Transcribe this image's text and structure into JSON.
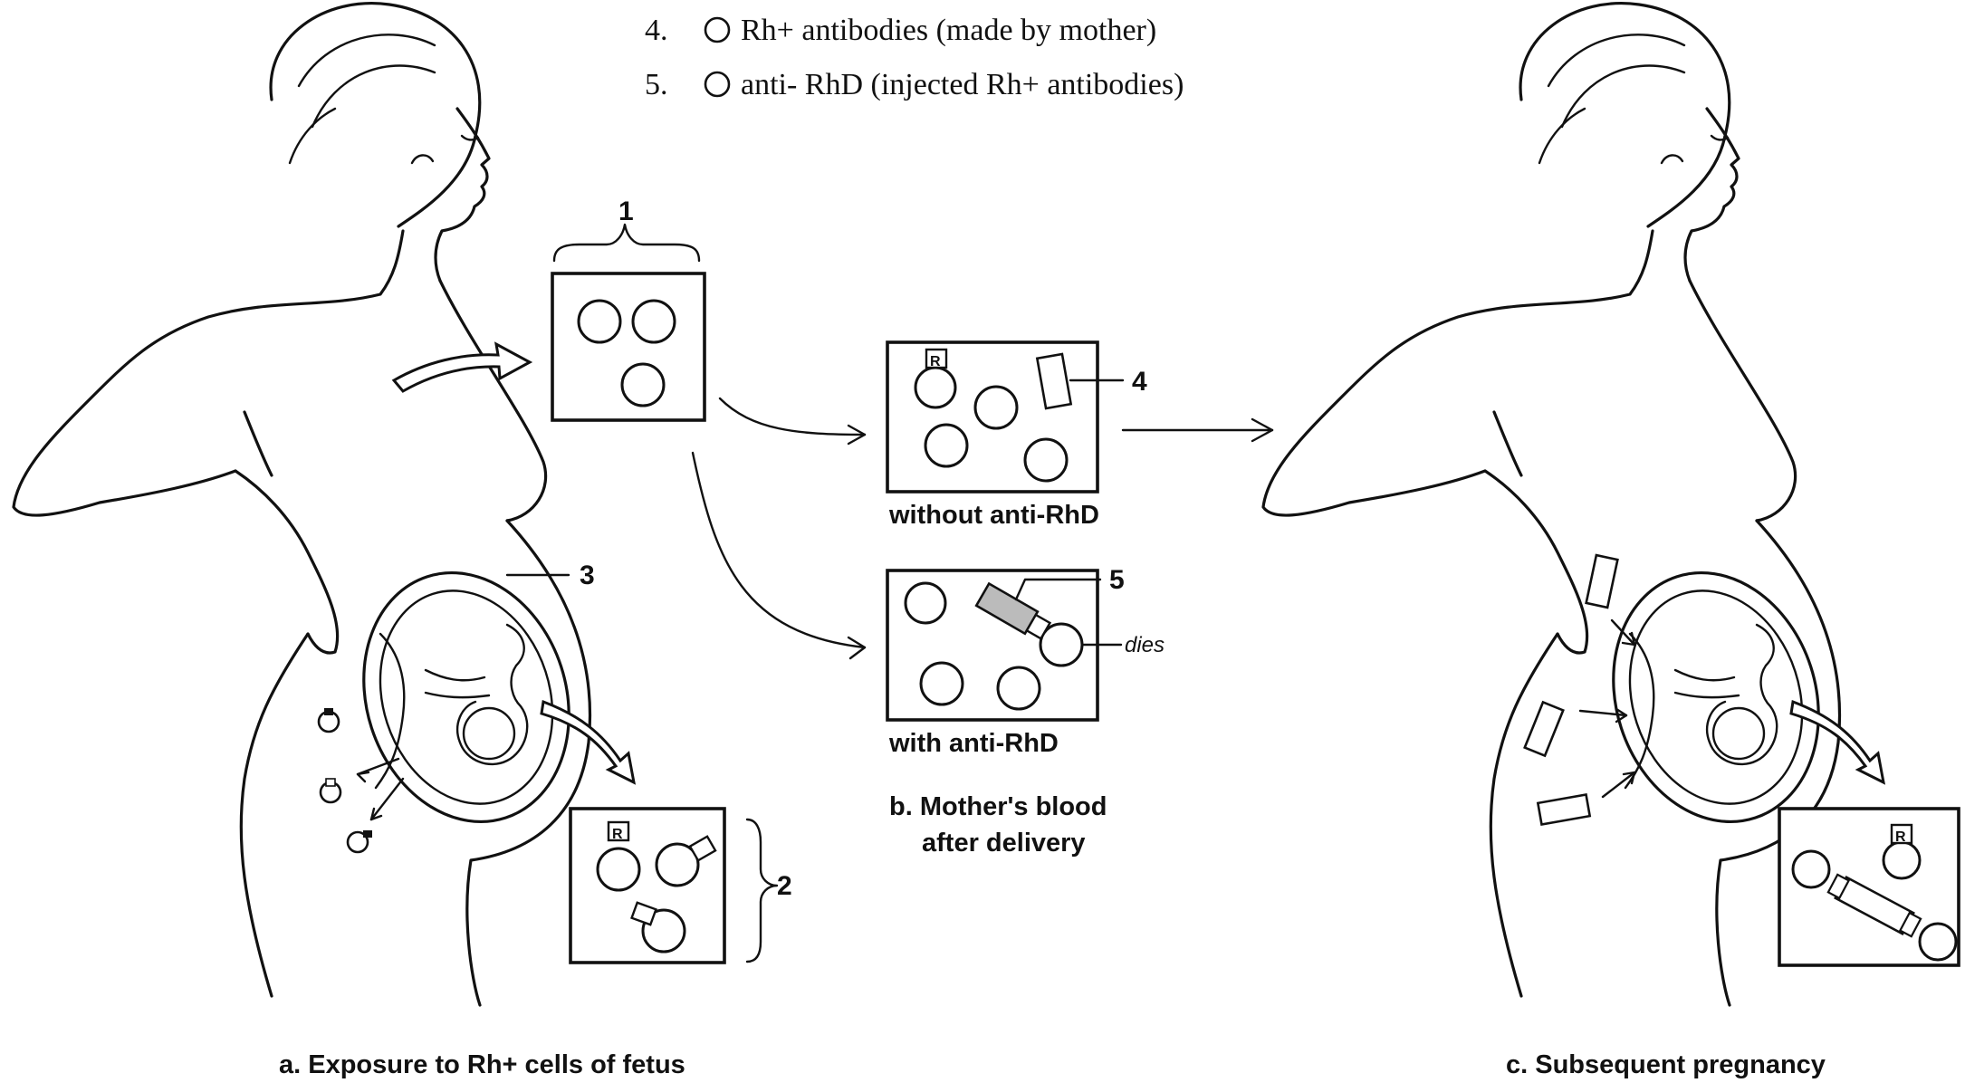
{
  "legend": {
    "items": [
      {
        "num": "4.",
        "text": "Rh+ antibodies (made by mother)"
      },
      {
        "num": "5.",
        "text": "anti- RhD (injected Rh+ antibodies)"
      }
    ]
  },
  "numbers": {
    "n1": "1",
    "n2": "2",
    "n3": "3",
    "n4": "4",
    "n5": "5"
  },
  "labels": {
    "without": "without anti-RhD",
    "with": "with anti-RhD",
    "dies": "dies",
    "antigen": "R",
    "panel_b_line1": "b. Mother's blood",
    "panel_b_line2": "after delivery"
  },
  "captions": {
    "a": "a. Exposure to Rh+ cells of fetus",
    "c": "c. Subsequent pregnancy"
  }
}
